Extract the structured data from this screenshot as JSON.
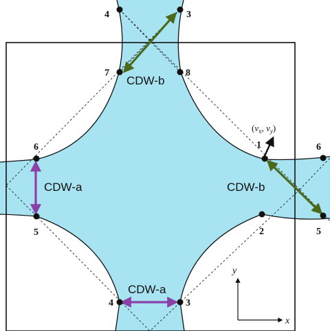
{
  "colors": {
    "fermi_fill": "#a8e3f2",
    "cdw_a_arrow": "#8b3fa8",
    "cdw_b_arrow": "#4a6a1a",
    "outline": "#111111"
  },
  "labels": {
    "cdw_b_top": "CDW-b",
    "cdw_a_left": "CDW-a",
    "cdw_b_right": "CDW-b",
    "cdw_a_bottom": "CDW-a"
  },
  "points": {
    "p1": "1",
    "p2": "2",
    "p3_top": "3",
    "p4_top": "4",
    "p5_right": "5",
    "p6_right": "6",
    "p6_left": "6",
    "p5_left": "5",
    "p7": "7",
    "p8": "8",
    "p4_bottom": "4",
    "p3_bottom": "3"
  },
  "velocity": {
    "open": "(",
    "vx": "v",
    "vx_sub": "x",
    "sep": ", ",
    "vy": "v",
    "vy_sub": "y",
    "close": ")"
  },
  "axes": {
    "x": "x",
    "y": "y"
  },
  "icons": {
    "velocity_arrow": "arrow-up-right-icon"
  }
}
